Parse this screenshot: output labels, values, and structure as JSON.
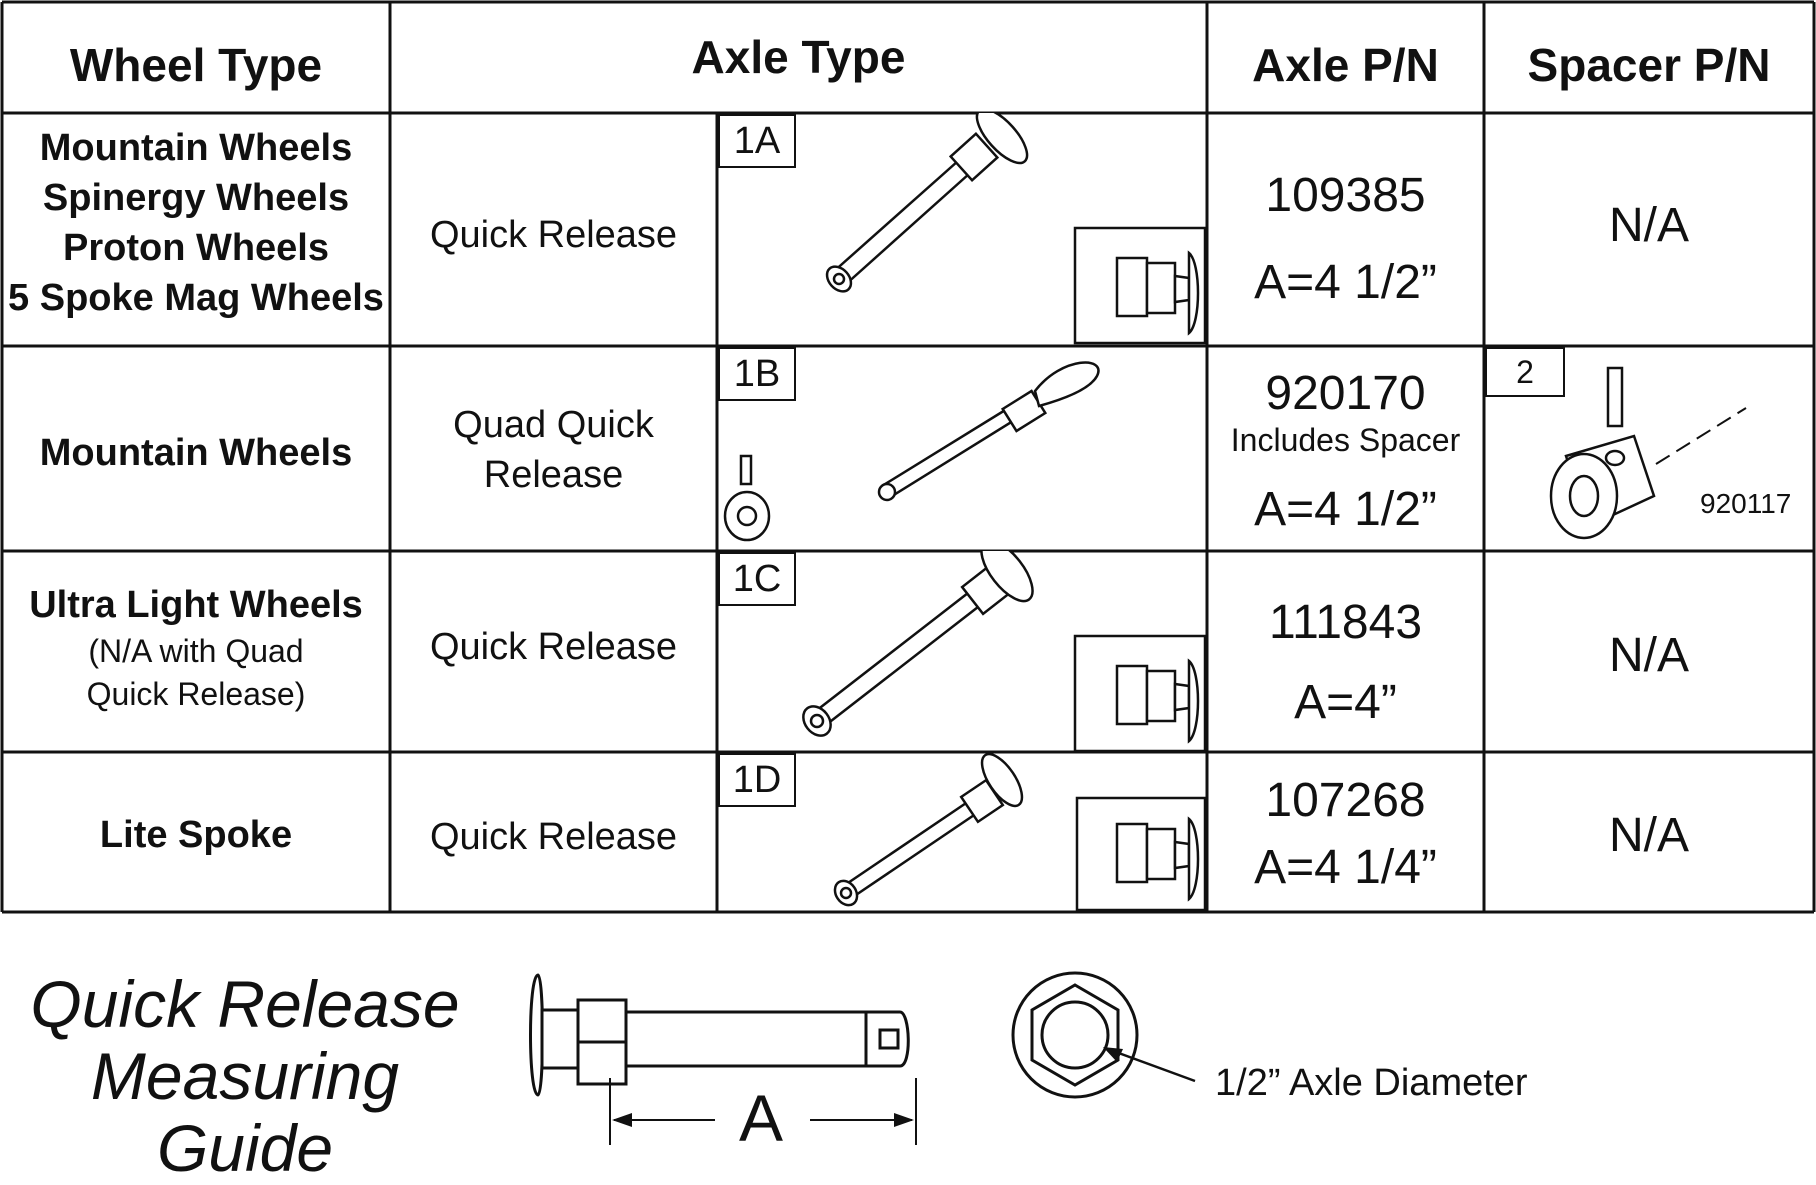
{
  "headers": {
    "wheel_type": "Wheel Type",
    "axle_type": "Axle Type",
    "axle_pn": "Axle P/N",
    "spacer_pn": "Spacer P/N"
  },
  "rows": [
    {
      "wheel_lines": [
        "Mountain Wheels",
        "Spinergy Wheels",
        "Proton Wheels",
        "5 Spoke Mag Wheels"
      ],
      "axle_type_lines": [
        "Quick Release"
      ],
      "tag": "1A",
      "axle_pn": "109385",
      "axle_length": "A=4 1/2”",
      "spacer": "N/A"
    },
    {
      "wheel_lines": [
        "Mountain Wheels"
      ],
      "axle_type_lines": [
        "Quad Quick",
        "Release"
      ],
      "tag": "1B",
      "axle_pn": "920170",
      "axle_note": "Includes Spacer",
      "axle_length": "A=4 1/2”",
      "spacer_tag": "2",
      "spacer_pn": "920117"
    },
    {
      "wheel_lines": [
        "Ultra Light Wheels"
      ],
      "wheel_note_lines": [
        "(N/A with Quad",
        "Quick Release)"
      ],
      "axle_type_lines": [
        "Quick Release"
      ],
      "tag": "1C",
      "axle_pn": "111843",
      "axle_length": "A=4”",
      "spacer": "N/A"
    },
    {
      "wheel_lines": [
        "Lite Spoke"
      ],
      "axle_type_lines": [
        "Quick Release"
      ],
      "tag": "1D",
      "axle_pn": "107268",
      "axle_length": "A=4 1/4”",
      "spacer": "N/A"
    }
  ],
  "guide": {
    "title_lines": [
      "Quick Release",
      "Measuring Guide"
    ],
    "dimension_label": "A",
    "diameter_label": "1/2” Axle Diameter"
  }
}
